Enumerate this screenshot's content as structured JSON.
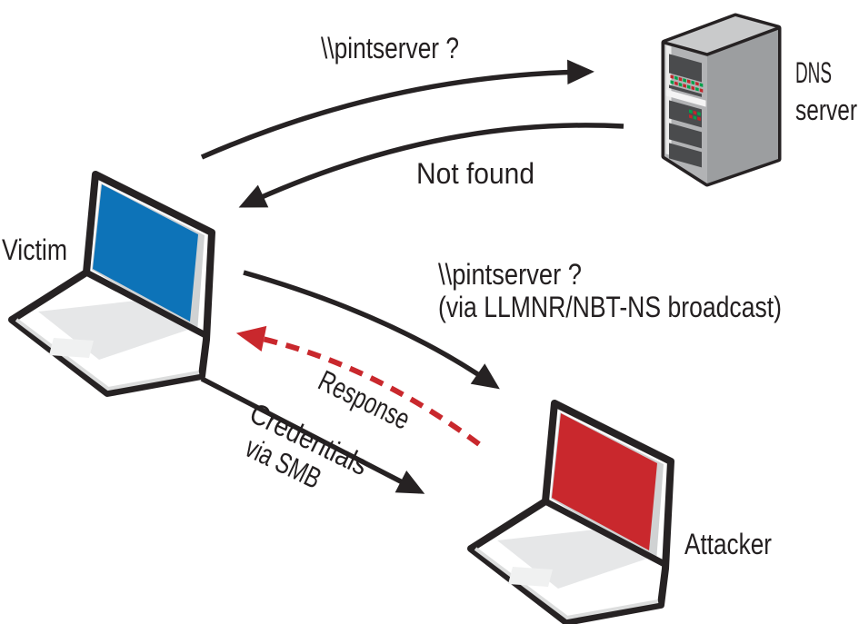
{
  "figure": {
    "type": "network-attack-diagram",
    "nodes": {
      "victim": {
        "label": "Victim",
        "icon": "laptop-icon",
        "screen_color": "#0d73b8"
      },
      "dns_server": {
        "label_line1": "DNS",
        "label_line2": "server",
        "icon": "server-tower-icon"
      },
      "attacker": {
        "label": "Attacker",
        "icon": "laptop-icon",
        "screen_color": "#c9282d"
      }
    },
    "arrows": {
      "dns_query": {
        "label": "\\\\pintserver ?",
        "from": "victim",
        "to": "dns_server",
        "style": "solid-black"
      },
      "dns_reply": {
        "label": "Not found",
        "from": "dns_server",
        "to": "victim",
        "style": "solid-black"
      },
      "broadcast_query": {
        "label_line1": "\\\\pintserver ?",
        "label_line2": "(via LLMNR/NBT-NS broadcast)",
        "from": "victim",
        "to": "attacker",
        "style": "solid-black"
      },
      "poisoned_response": {
        "label": "Response",
        "from": "attacker",
        "to": "victim",
        "style": "dashed-red"
      },
      "credential_theft": {
        "label_line1": "Credentials",
        "label_line2": "via SMB",
        "from": "victim",
        "to": "attacker",
        "style": "solid-black"
      }
    },
    "colors": {
      "victim_screen": "#0d73b8",
      "attacker_screen": "#c9282d",
      "response_arrow": "#c9282d",
      "arrow_black": "#262223",
      "text": "#231f20",
      "server_led_red": "#c1272d",
      "server_led_green": "#00a14b"
    }
  }
}
